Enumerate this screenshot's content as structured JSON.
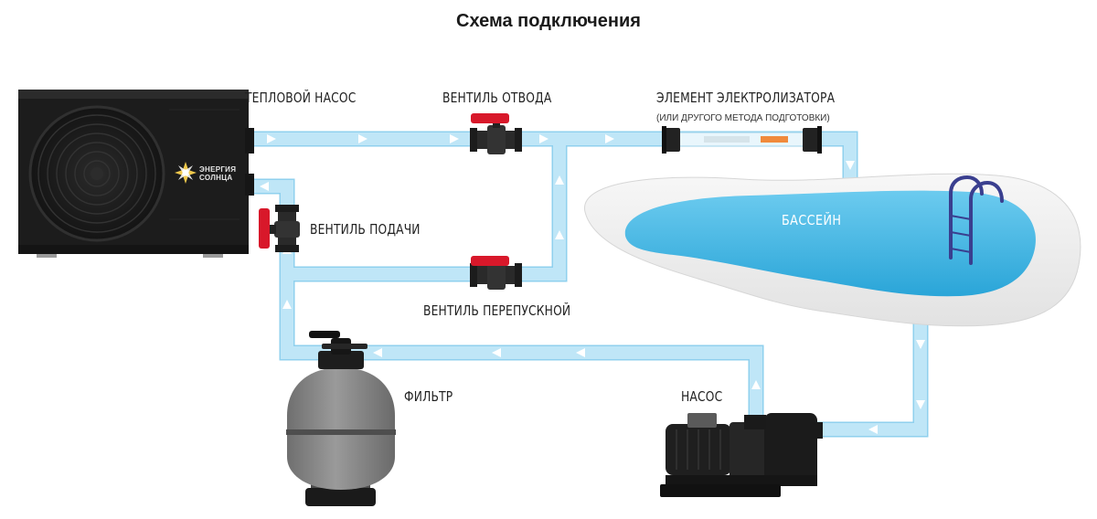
{
  "title": "Схема подключения",
  "labels": {
    "heat_pump": "ТЕПЛОВОЙ НАСОС",
    "valve_outlet": "ВЕНТИЛЬ ОТВОДА",
    "electrolyzer": "ЭЛЕМЕНТ ЭЛЕКТРОЛИЗАТОРА",
    "electrolyzer_sub": "(ИЛИ ДРУГОГО МЕТОДА ПОДГОТОВКИ)",
    "valve_supply": "ВЕНТИЛЬ ПОДАЧИ",
    "valve_bypass": "ВЕНТИЛЬ ПЕРЕПУСКНОЙ",
    "pool": "БАССЕЙН",
    "filter": "ФИЛЬТР",
    "pump": "НАСОС"
  },
  "brand": {
    "line1": "ЭНЕРГИЯ",
    "line2": "СОЛНЦА"
  },
  "colors": {
    "pipe": "#b3e0f4",
    "pipe_edge": "#8fd0ee",
    "arrow": "#ffffff",
    "valve_handle": "#d8182a",
    "pool_water": "#4ab9e3",
    "pool_deck": "#eeeeee",
    "equipment": "#1e1e1e",
    "filter_tank": "#8a8a8a"
  }
}
